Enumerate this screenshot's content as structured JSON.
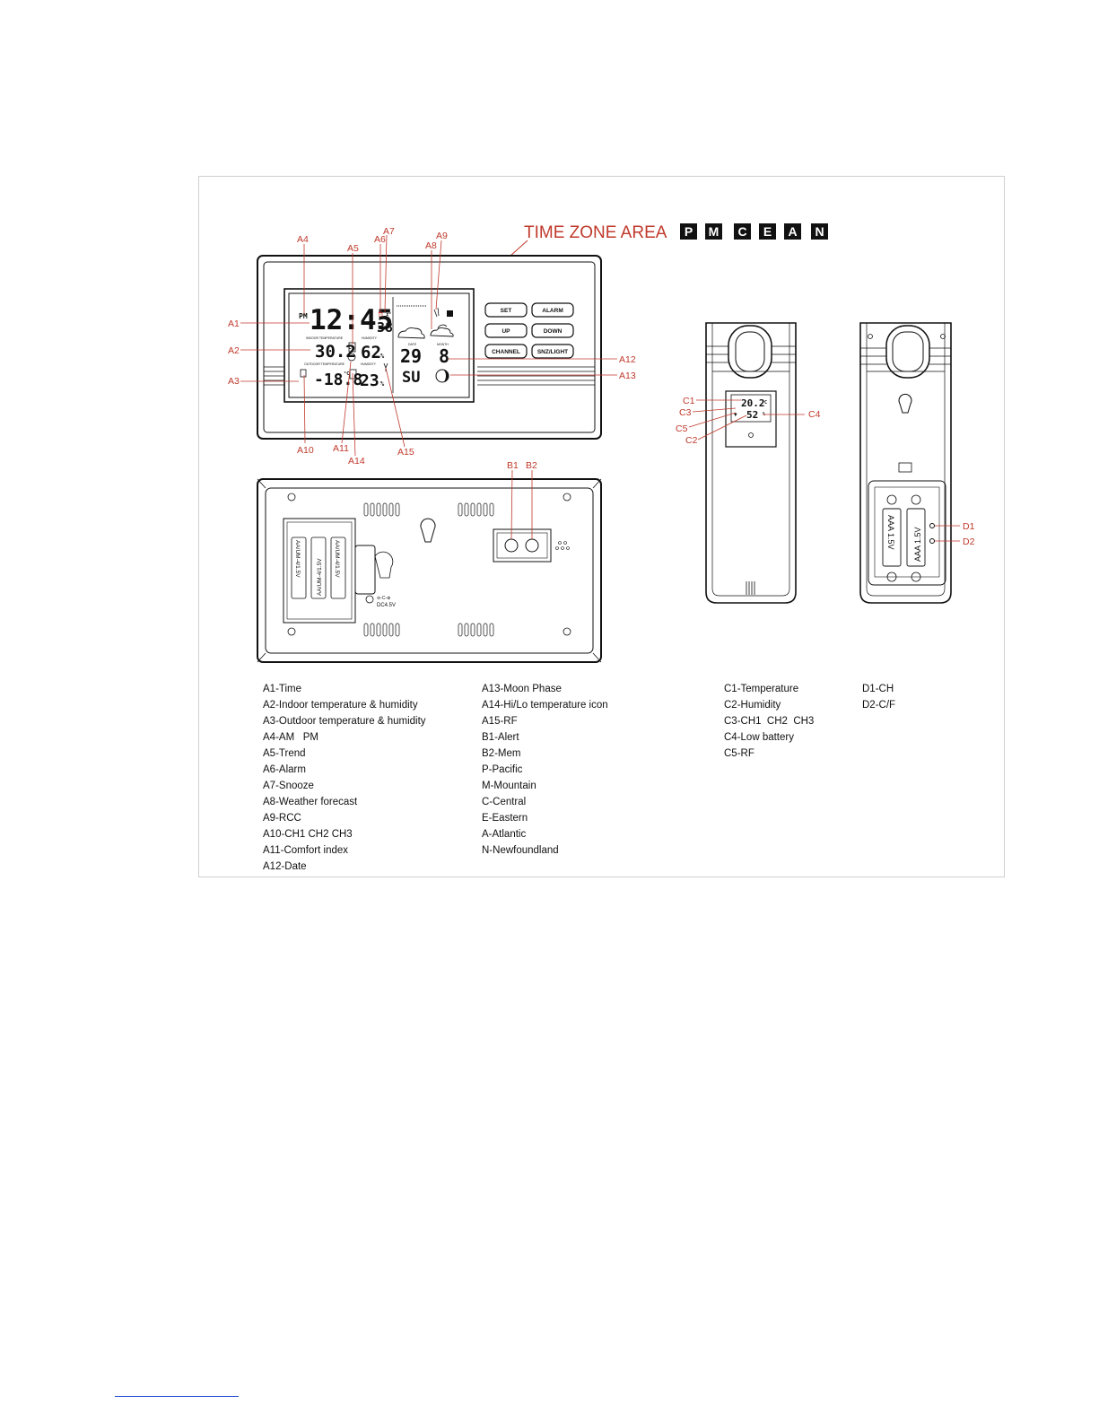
{
  "time_zone": {
    "title": "TIME ZONE AREA",
    "letters": [
      "P",
      "M",
      "C",
      "E",
      "A",
      "N"
    ]
  },
  "display": {
    "pm": "PM",
    "time": "12:45",
    "seconds": "38",
    "indoor_temp": "30.2",
    "indoor_hum": "62",
    "outdoor_temp": "-18.8",
    "outdoor_hum": "23",
    "date": "29",
    "month": "8",
    "day": "SU",
    "temp_unit": "°C",
    "hum_unit": "%",
    "tag_indoor": "INDOOR TEMPERATURE",
    "tag_humidity": "HUMIDITY",
    "tag_outdoor": "OUTDOOR TEMPERATURE",
    "tag_date": "DATE",
    "tag_month": "MONTH"
  },
  "buttons": [
    "SET",
    "ALARM",
    "UP",
    "DOWN",
    "CHANNEL",
    "SNZ/LIGHT"
  ],
  "back_panel": {
    "battery_label": "AA/UM-4/1.5V",
    "dc_label": "DC4.5V"
  },
  "sensor": {
    "temp": "20.2",
    "hum": "52",
    "battery_label": "AAA 1.5V"
  },
  "callouts": {
    "A1": "A1",
    "A2": "A2",
    "A3": "A3",
    "A4": "A4",
    "A5": "A5",
    "A6": "A6",
    "A7": "A7",
    "A8": "A8",
    "A9": "A9",
    "A10": "A10",
    "A11": "A11",
    "A12": "A12",
    "A13": "A13",
    "A14": "A14",
    "A15": "A15",
    "B1": "B1",
    "B2": "B2",
    "C1": "C1",
    "C2": "C2",
    "C3": "C3",
    "C4": "C4",
    "C5": "C5",
    "D1": "D1",
    "D2": "D2"
  },
  "legend": {
    "col1": [
      "A1-Time",
      "A2-Indoor temperature & humidity",
      "A3-Outdoor temperature & humidity",
      "A4-AM   PM",
      "A5-Trend",
      "A6-Alarm",
      "A7-Snooze",
      "A8-Weather forecast",
      "A9-RCC",
      "A10-CH1 CH2 CH3",
      "A11-Comfort index",
      "A12-Date"
    ],
    "col2": [
      "A13-Moon Phase",
      "A14-Hi/Lo temperature icon",
      "A15-RF",
      "B1-Alert",
      "B2-Mem",
      "P-Pacific",
      "M-Mountain",
      "C-Central",
      "E-Eastern",
      "A-Atlantic",
      "N-Newfoundland"
    ],
    "col3": [
      "C1-Temperature",
      "C2-Humidity",
      "C3-CH1  CH2  CH3",
      "C4-Low battery",
      "C5-RF"
    ],
    "col4": [
      "D1-CH",
      "D2-C/F"
    ]
  }
}
